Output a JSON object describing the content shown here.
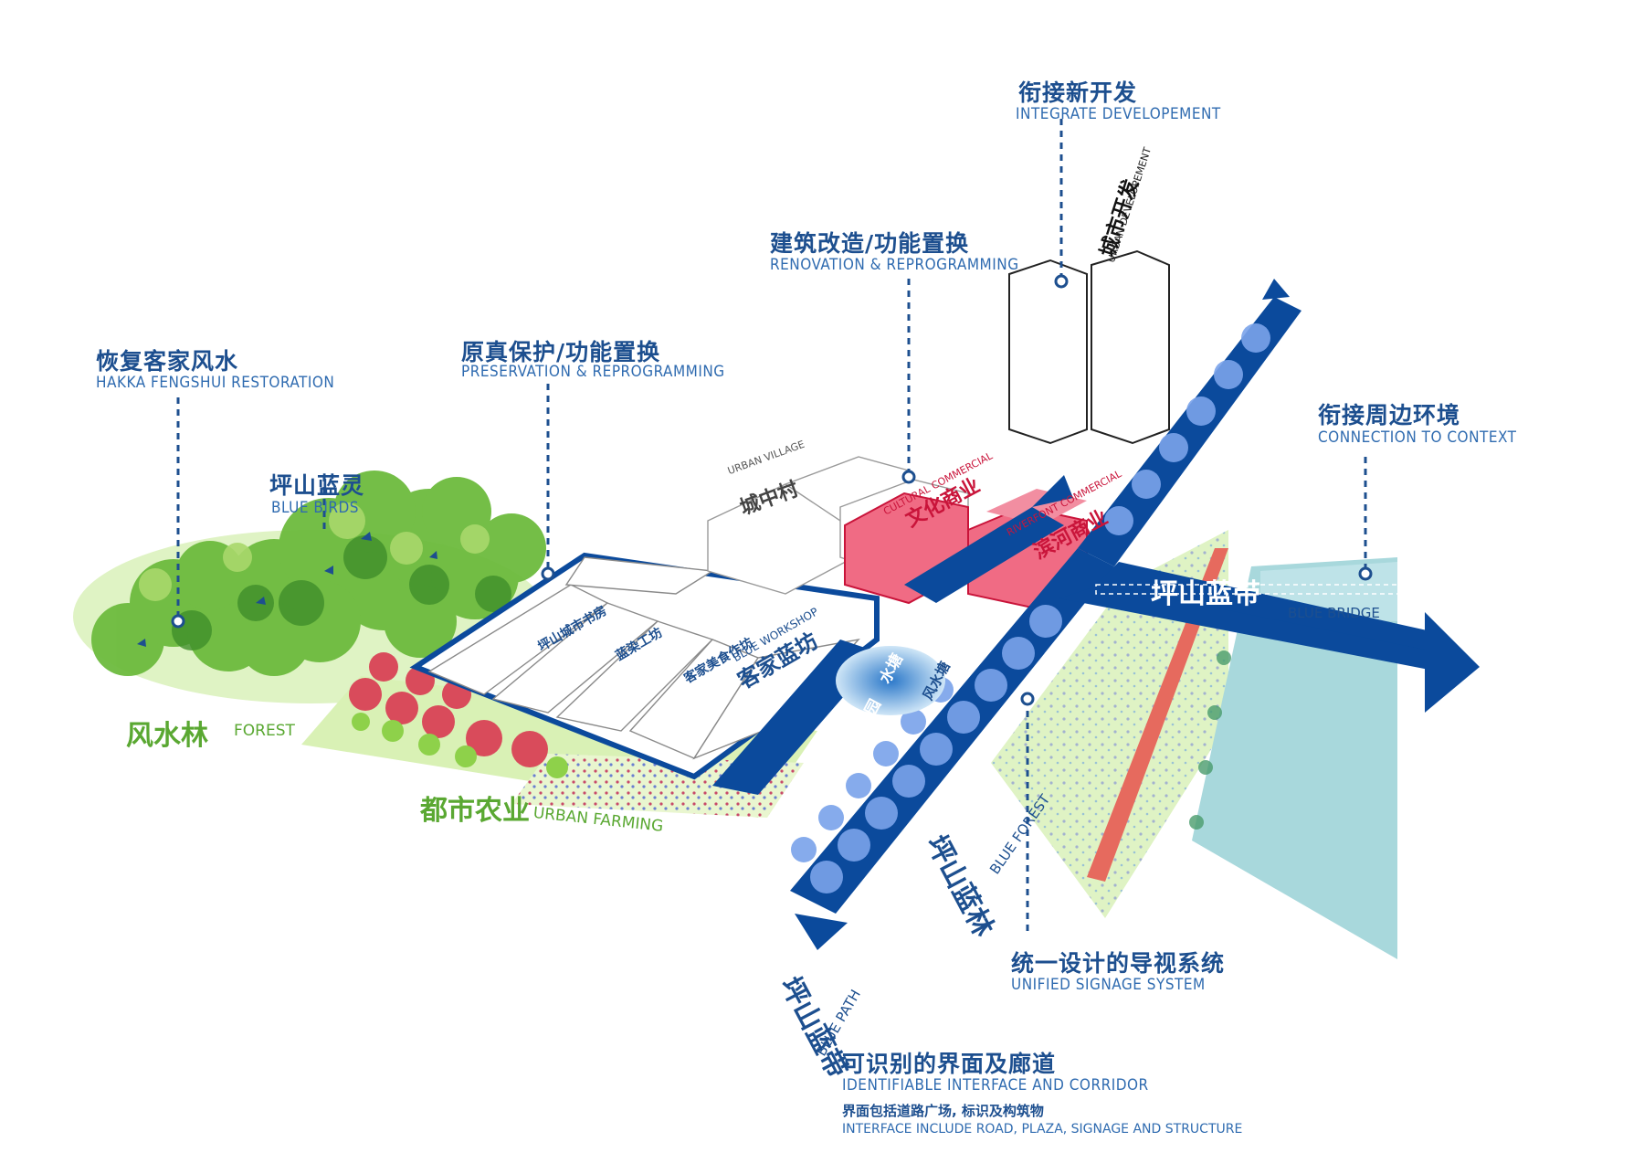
{
  "labels": {
    "integrate_cn": "衔接新开发",
    "integrate_en": "INTEGRATE DEVELOPEMENT",
    "renovation_cn": "建筑改造/功能置换",
    "renovation_en": "RENOVATION & REPROGRAMMING",
    "preservation_cn": "原真保护/功能置换",
    "preservation_en": "PRESERVATION & REPROGRAMMING",
    "hakka_cn": "恢复客家风水",
    "hakka_en": "HAKKA FENGSHUI RESTORATION",
    "bluebirds_cn": "坪山蓝灵",
    "bluebirds_en": "BLUE BIRDS",
    "context_cn": "衔接周边环境",
    "context_en": "CONNECTION TO CONTEXT",
    "signage_cn": "统一设计的导视系统",
    "signage_en": "UNIFIED SIGNAGE SYSTEM",
    "interface_cn": "可识别的界面及廊道",
    "interface_en": "IDENTIFIABLE INTERFACE AND CORRIDOR",
    "interface_sub_cn": "界面包括道路广场, 标识及构筑物",
    "interface_sub_en": "INTERFACE INCLUDE ROAD, PLAZA, SIGNAGE AND STRUCTURE"
  },
  "map_labels": {
    "forest_cn": "风水林",
    "forest_en": "FOREST",
    "farming_cn": "都市农业",
    "farming_en": "URBAN FARMING",
    "urban_dev_cn": "城市开发",
    "urban_dev_en": "URBAN DEVELOPEMENT",
    "urban_village_cn": "城中村",
    "urban_village_en": "URBAN VILLAGE",
    "cultural_cn": "文化商业",
    "cultural_en": "CULTURAL COMMERCIAL",
    "riverfront_cn": "滨河商业",
    "riverfront_en": "RIVERFONT COMMERCIAL",
    "blue_bridge_cn": "坪山蓝带",
    "blue_bridge_en": "BLUE BRIDGE",
    "blue_forest_cn": "坪山蓝林",
    "blue_forest_en": "BLUE FOREST",
    "blue_path_cn": "坪山蓝带",
    "blue_path_en": "BLUE PATH",
    "workshop_cn": "客家蓝坊",
    "workshop_en": "BLUE WORKSHOP",
    "bookstore_cn": "坪山城市书房",
    "dye_cn": "蓝染工坊",
    "food_cn": "客家美食作坊",
    "rain_garden_cn": "雨水花园",
    "water_cn": "水塘",
    "wind_cn": "风水塘"
  },
  "colors": {
    "brand_blue": "#0b4a9c",
    "label_blue": "#1d4f8f",
    "forest_green": "#5aa832",
    "commercial_red": "#e8506a",
    "river": "#a8d8dc",
    "lawn": "#cdeea0"
  }
}
